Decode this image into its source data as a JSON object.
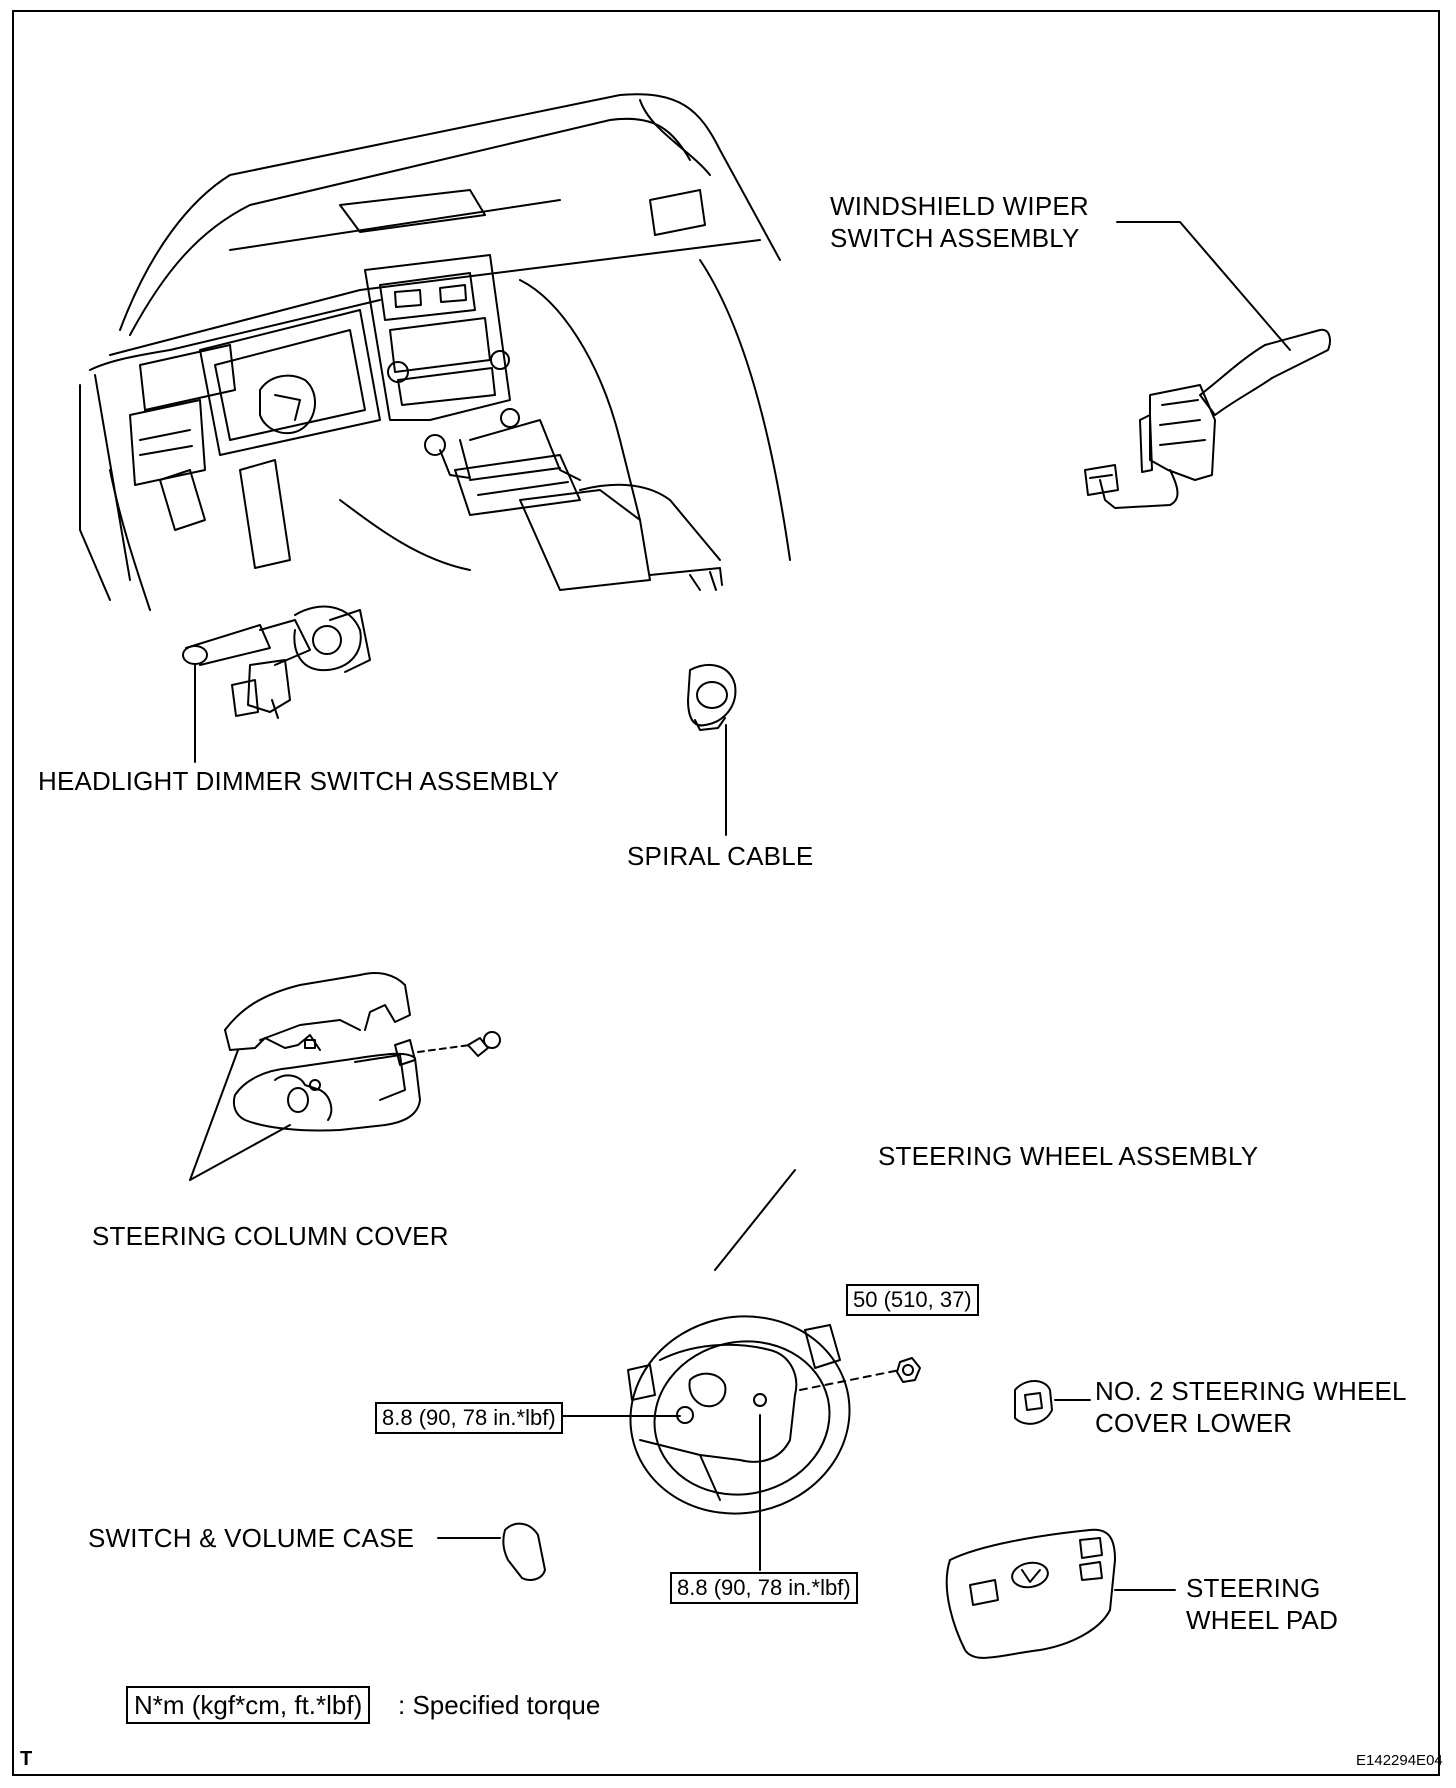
{
  "labels": {
    "wiper_line1": "WINDSHIELD WIPER",
    "wiper_line2": "SWITCH ASSEMBLY",
    "headlight": "HEADLIGHT DIMMER SWITCH ASSEMBLY",
    "spiral": "SPIRAL CABLE",
    "column_cover": "STEERING COLUMN COVER",
    "wheel_assembly": "STEERING WHEEL ASSEMBLY",
    "cover_lower_line1": "NO. 2 STEERING WHEEL",
    "cover_lower_line2": "COVER LOWER",
    "switch_volume": "SWITCH & VOLUME CASE",
    "pad_line1": "STEERING",
    "pad_line2": "WHEEL PAD"
  },
  "torque": {
    "nut": "50 (510, 37)",
    "screw_left": "8.8 (90, 78 in.*lbf)",
    "screw_bottom": "8.8 (90, 78 in.*lbf)"
  },
  "legend": {
    "box": "N*m (kgf*cm, ft.*lbf)",
    "text": ": Specified torque"
  },
  "corner_mark": "T",
  "figure_code": "E142294E04"
}
